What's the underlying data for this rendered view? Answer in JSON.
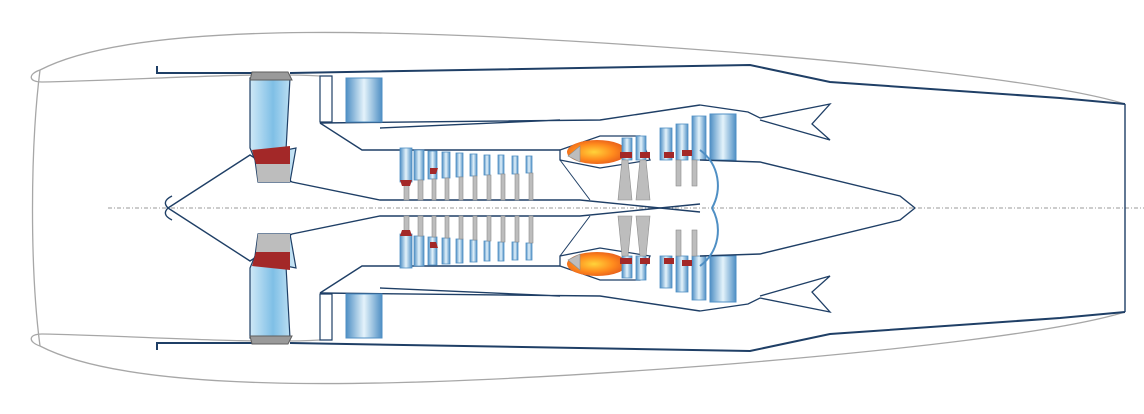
{
  "diagram": {
    "subject": "turbofan-engine-cross-section",
    "labels": [],
    "colors": {
      "outline": "#1f3f66",
      "nacelle_line": "#a7a7a7",
      "axis_line": "#9a9a9a",
      "background": "#ffffff",
      "blade_blue": "#9ed0ee",
      "blade_blue_dark": "#4f8fc4",
      "blade_red": "#a32828",
      "disk_grey": "#bdbdbd",
      "flame_core": "#ffd33a",
      "flame_mid": "#ff8a1d",
      "flame_outer": "#e2541a"
    },
    "components": {
      "compressor_stage_count": 10,
      "turbine_stage_count": 5
    }
  }
}
